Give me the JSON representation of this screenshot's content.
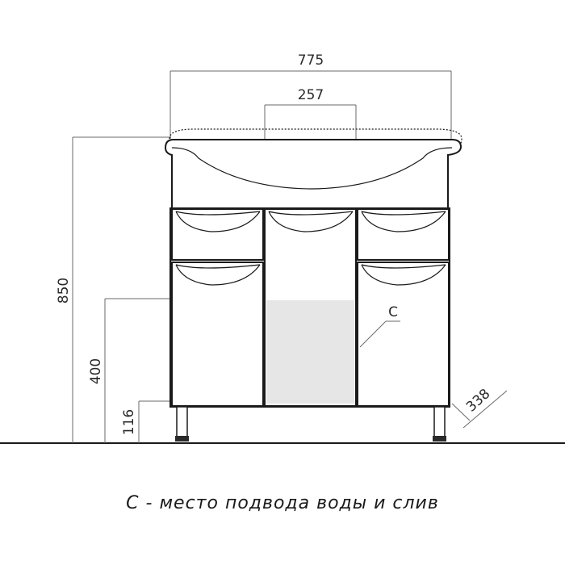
{
  "dimensions": {
    "width_overall": "775",
    "width_niche": "257",
    "height_overall": "850",
    "height_plumbing": "400",
    "height_legs": "116",
    "depth": "338"
  },
  "labels": {
    "marker": "C"
  },
  "caption": "C - место подвода воды и слив"
}
